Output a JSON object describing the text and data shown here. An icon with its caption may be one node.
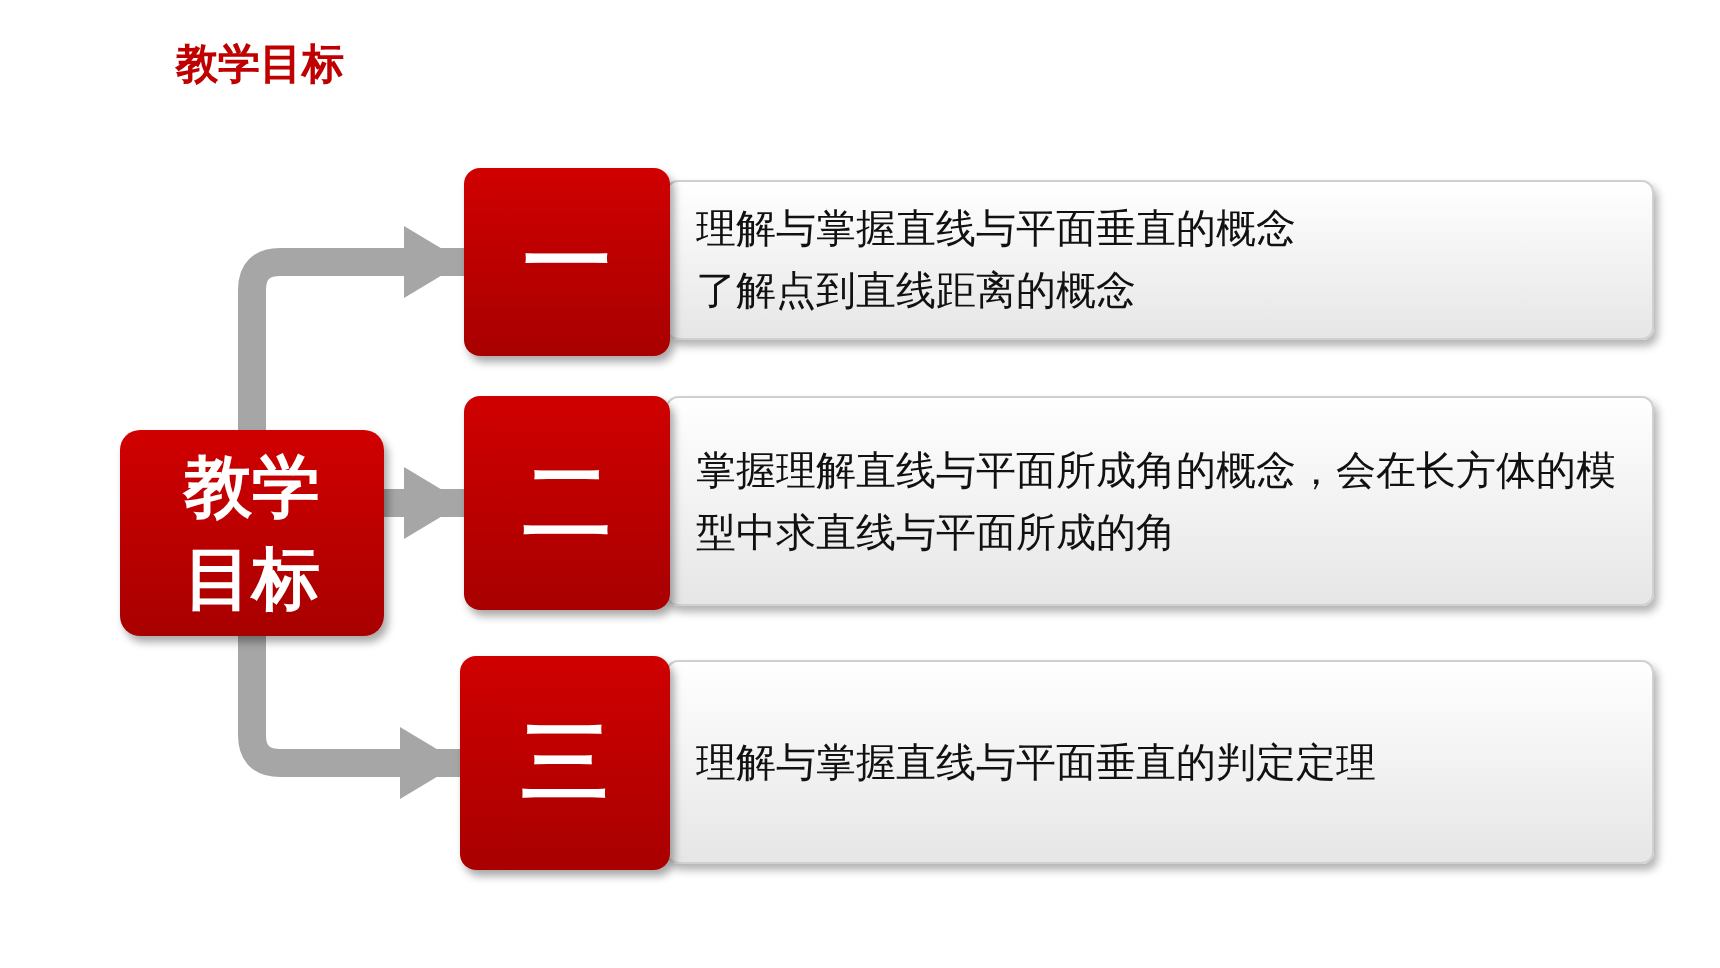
{
  "diagram": {
    "title": "教学目标",
    "nodes": [
      {
        "text": [
          "教学目标"
        ]
      },
      {
        "text": [
          "一"
        ]
      },
      {
        "text": [
          "理解与掌握直线与平面垂直的概念",
          "了解点到直线距离的概念"
        ]
      },
      {
        "text": [
          "二"
        ]
      },
      {
        "text": [
          "掌握理解直线与平面所成角的概念，会在长方体的模型中求直线与平面所成的角"
        ]
      },
      {
        "text": [
          "三"
        ]
      },
      {
        "text": [
          "理解与掌握直线与平面垂直的判定定理"
        ]
      }
    ],
    "edges": [
      {
        "from": 0,
        "to": 1,
        "arrow": "to"
      },
      {
        "from": 0,
        "to": 3,
        "arrow": "to"
      },
      {
        "from": 0,
        "to": 5,
        "arrow": "to"
      }
    ]
  }
}
